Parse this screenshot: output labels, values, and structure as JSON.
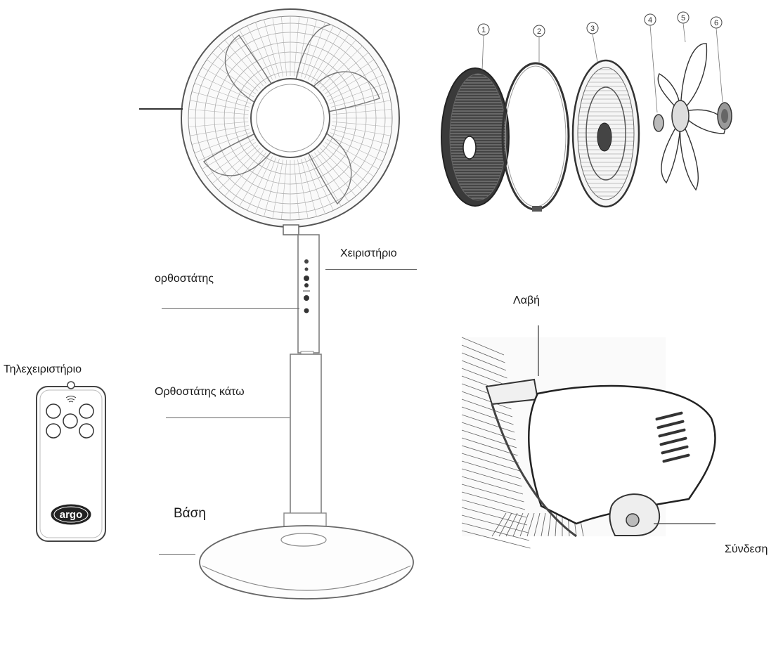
{
  "labels": {
    "control_panel": "Χειριστήριο",
    "upper_pole": "ορθοστάτης",
    "remote": "Τηλεχειριστήριο",
    "lower_pole": "Ορθοστάτης κάτω",
    "base": "Βάση",
    "handle": "Λαβή",
    "connection": "Σύνδεση"
  },
  "exploded_parts": [
    "1",
    "2",
    "3",
    "4",
    "5",
    "6"
  ],
  "remote_logo": "argo",
  "colors": {
    "line": "#333333",
    "stroke": "#555555",
    "background": "#ffffff"
  }
}
